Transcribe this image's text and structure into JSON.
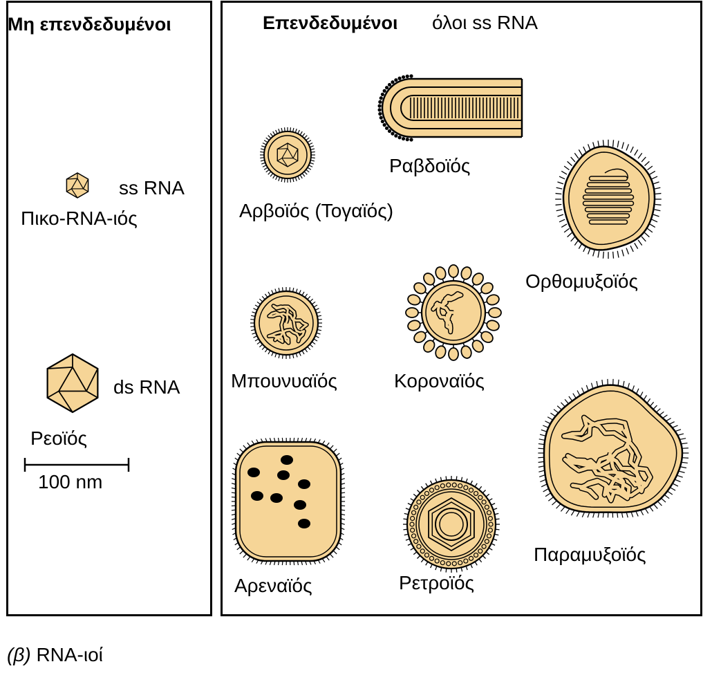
{
  "left_panel": {
    "title": "Μη επενδεδυμένοι",
    "items": [
      {
        "type": "ss RNA",
        "name": "Πικο-RNA-ιός"
      },
      {
        "type": "ds RNA",
        "name": "Ρεοϊός"
      }
    ],
    "scale_bar": "100 nm"
  },
  "right_panel": {
    "title": "Επενδεδυμένοι",
    "subtitle": "όλοι ss RNA",
    "viruses": [
      "Ραβδοϊός",
      "Αρβοϊός (Τογαϊός)",
      "Ορθομυξοϊός",
      "Μπουνυαϊός",
      "Κοροναϊός",
      "Αρεναϊός",
      "Ρετροϊός",
      "Παραμυξοϊός"
    ]
  },
  "caption": {
    "label": "(β)",
    "text": "RNA-ιοί"
  },
  "colors": {
    "fill": "#f6d597",
    "outline": "#000000"
  }
}
